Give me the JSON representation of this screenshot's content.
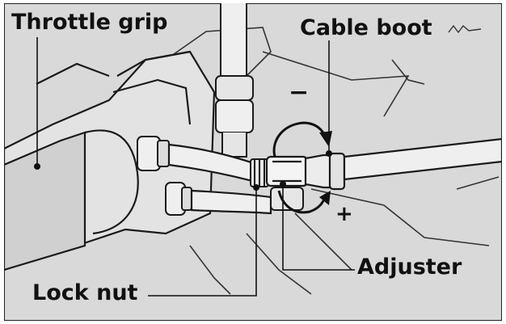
{
  "labels": {
    "throttle_grip": "Throttle grip",
    "cable_boot": "Cable boot",
    "adjuster": "Adjuster",
    "lock_nut": "Lock nut"
  },
  "signs": {
    "minus": "−",
    "plus": "+"
  },
  "colors": {
    "background": "#d9d9d9",
    "line": "#1a1a1a",
    "part_fill": "#efefef",
    "shadow": "#c4c4c4"
  }
}
